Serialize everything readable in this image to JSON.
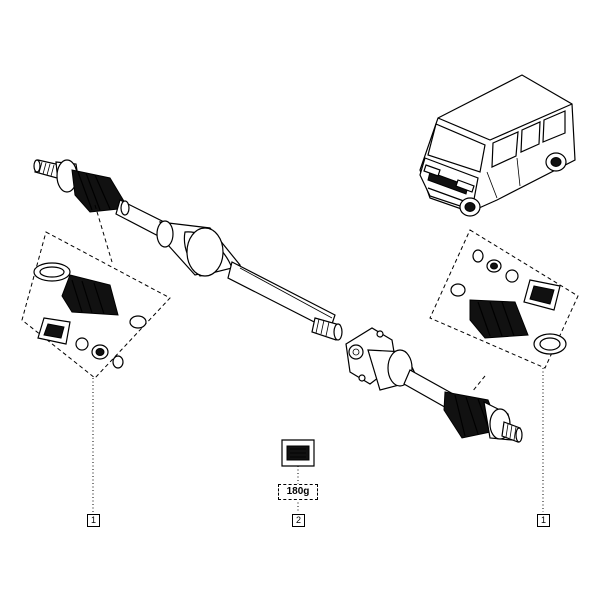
{
  "callouts": {
    "left_ref": "1",
    "center_ref": "2",
    "right_ref": "1"
  },
  "grease": {
    "quantity": "180g"
  }
}
